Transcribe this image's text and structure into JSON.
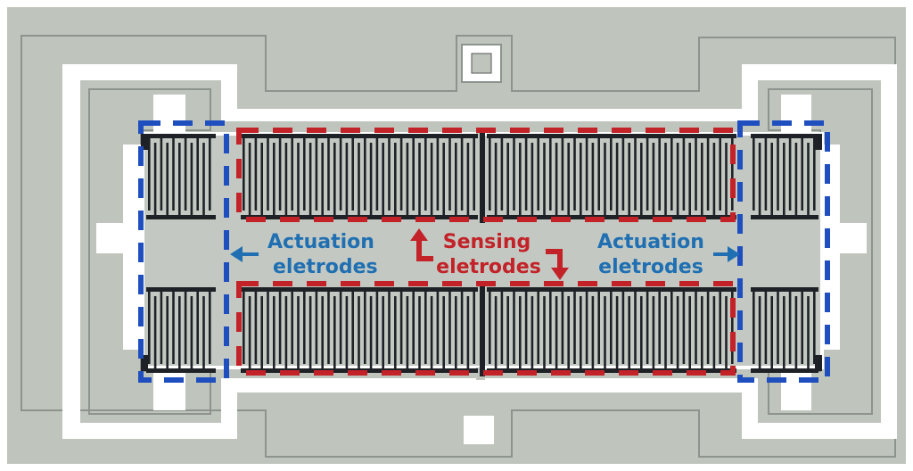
{
  "figure": {
    "labels": {
      "actuation_left_line1": "Actuation",
      "actuation_left_line2": "eletrodes",
      "actuation_right_line1": "Actuation",
      "actuation_right_line2": "eletrodes",
      "sensing_line1": "Sensing",
      "sensing_line2": "eletrodes"
    },
    "colors": {
      "substrate": "#bfc5bd",
      "metal": "#ffffff",
      "trace": "#8c948d",
      "comb": "#1e2226",
      "actuation": "#1f6fb2",
      "actuation_box": "#1f4fbf",
      "sensing": "#c22228"
    }
  }
}
